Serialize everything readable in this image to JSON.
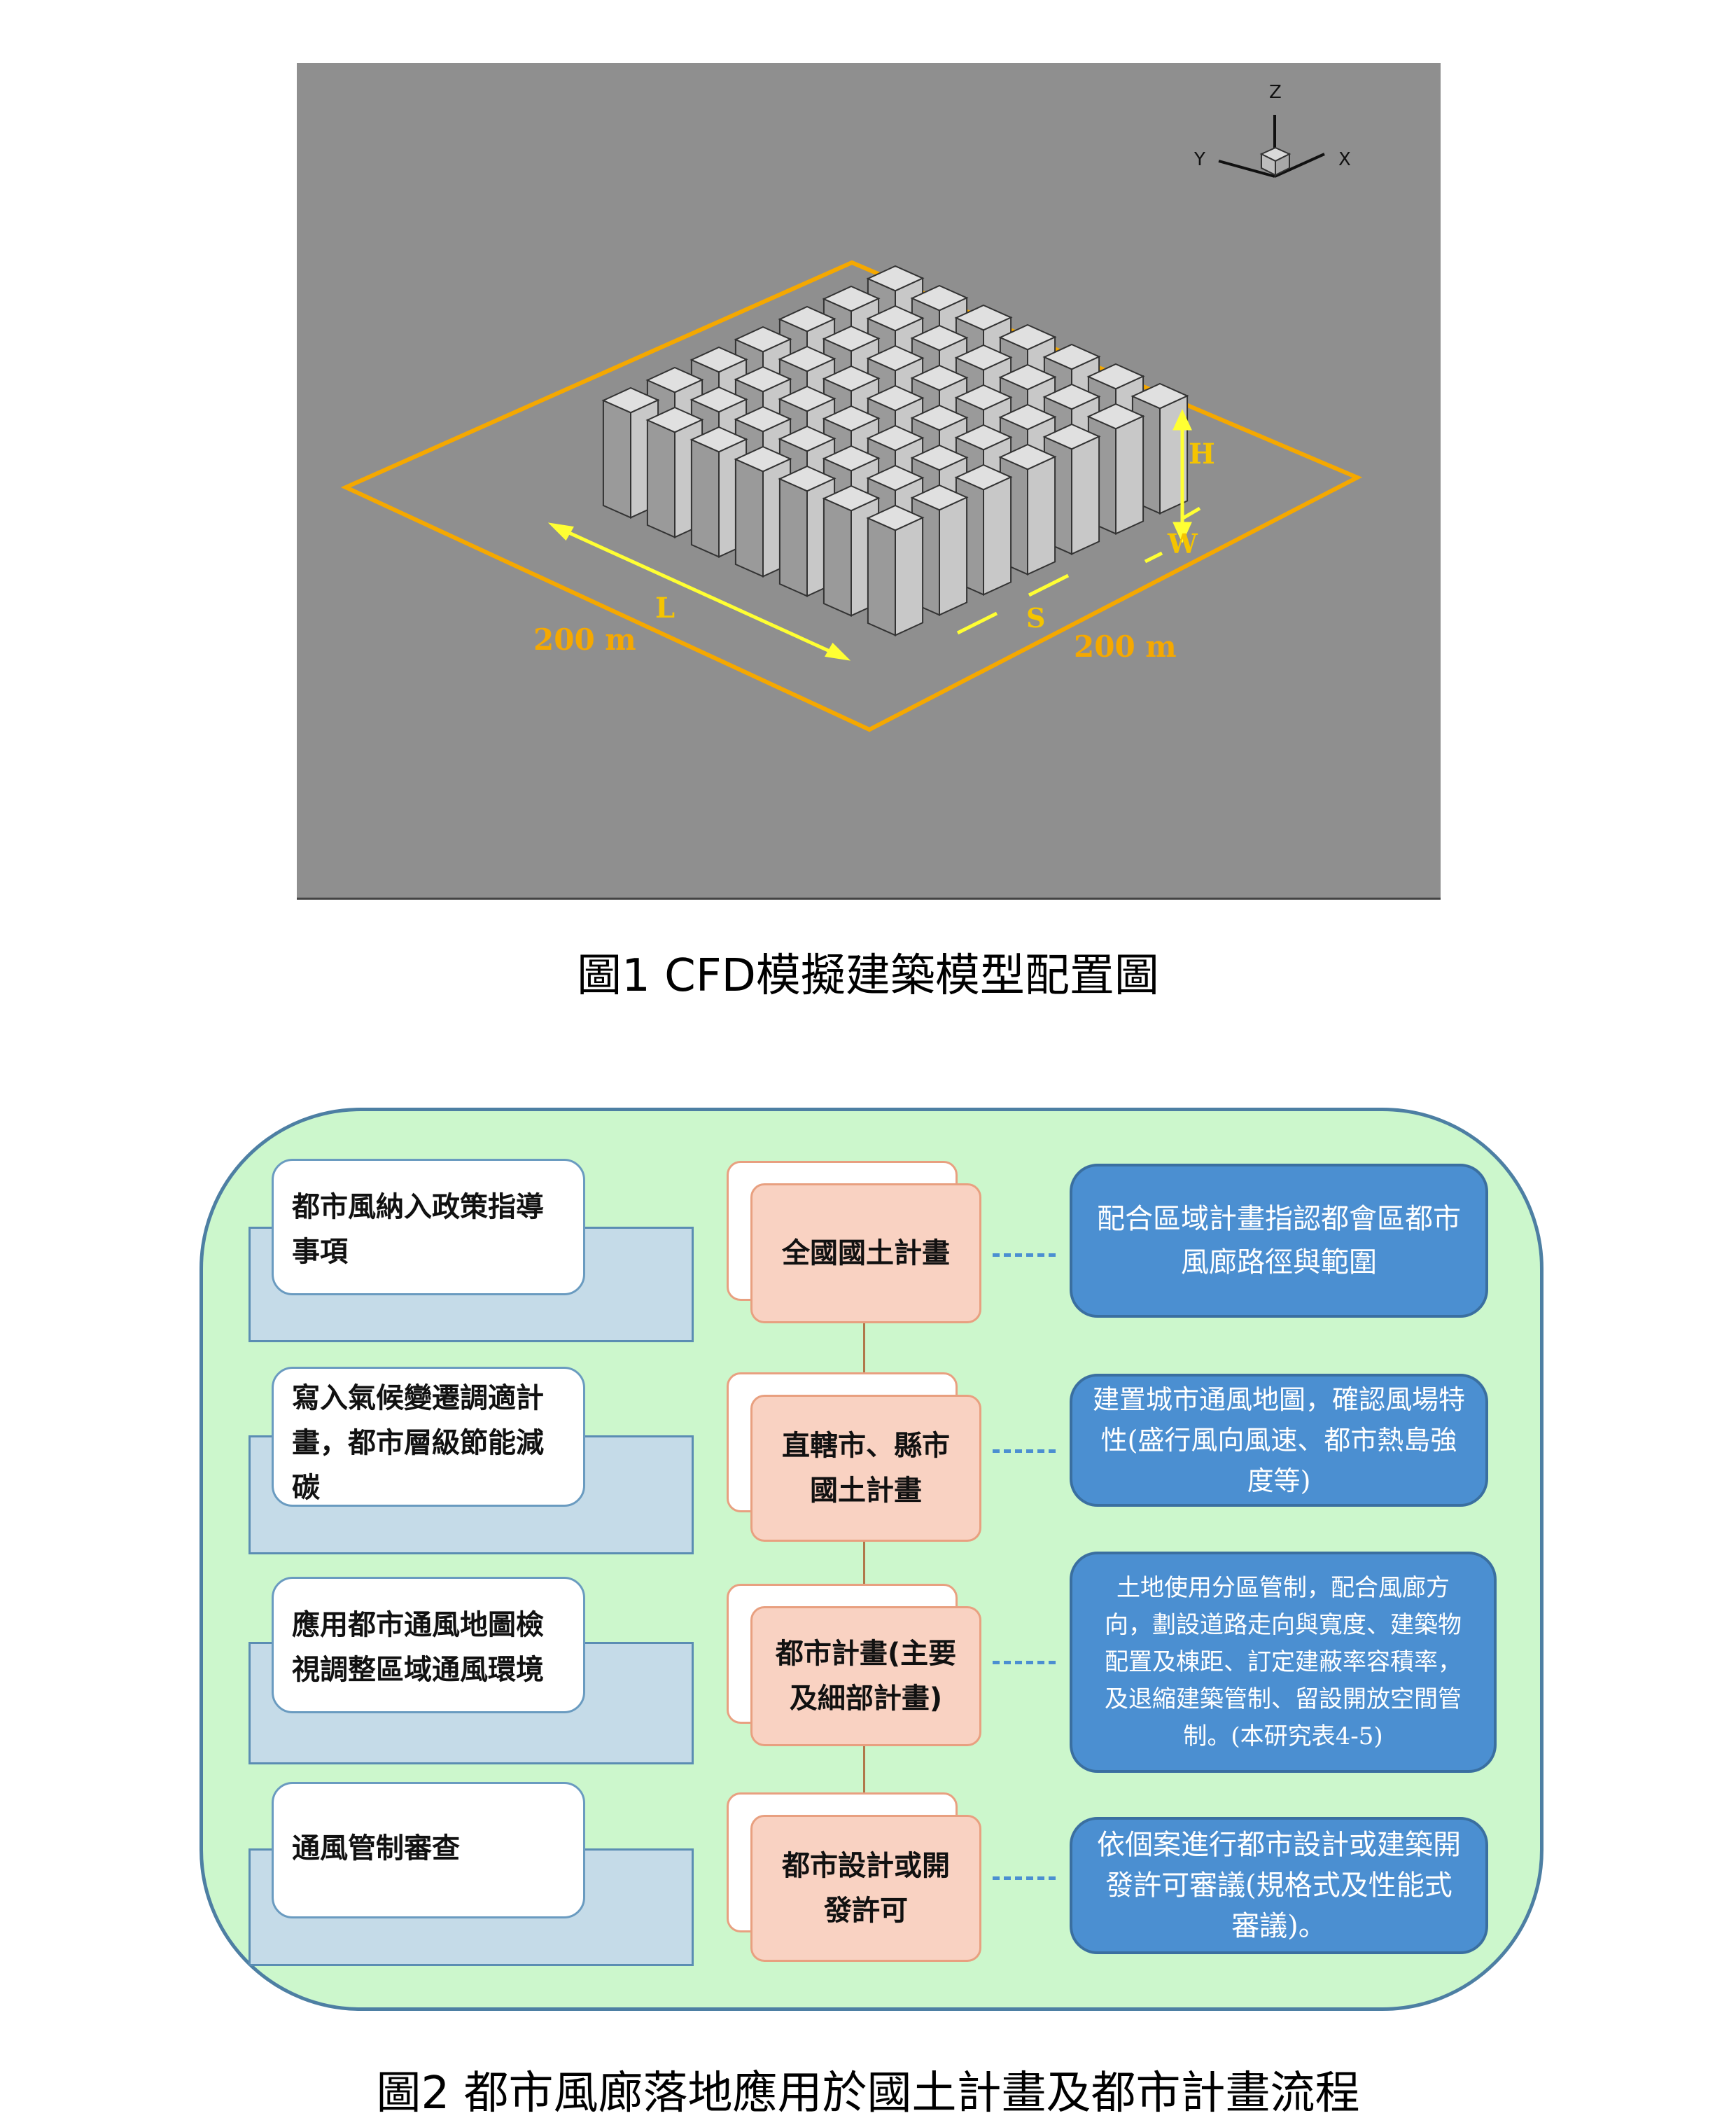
{
  "figure1": {
    "caption": "圖1  CFD模擬建築模型配置圖",
    "axes": {
      "z": "Z",
      "y": "Y",
      "x": "X"
    },
    "labels": {
      "h": "H",
      "w": "W",
      "l": "L",
      "s": "S",
      "left_dim": "200 m",
      "right_dim": "200 m"
    },
    "grid": {
      "rows": 7,
      "cols": 7
    },
    "colors": {
      "background": "#8f8f8f",
      "outline": "#f5a800",
      "dimension": "#ffff33"
    }
  },
  "figure2": {
    "caption": "圖2 都市風廊落地應用於國土計畫及都市計畫流程",
    "rows": [
      {
        "left": "都市風納入政策指導事項",
        "middle": "全國國土計畫",
        "right": "配合區域計畫指認都會區都市風廊路徑與範圍"
      },
      {
        "left": "寫入氣候變遷調適計畫，都市層級節能減碳",
        "middle": "直轄市、縣市國土計畫",
        "right": "建置城市通風地圖，確認風場特性(盛行風向風速、都市熱島強度等)"
      },
      {
        "left": "應用都市通風地圖檢視調整區域通風環境",
        "middle": "都市計畫(主要及細部計畫)",
        "right": "土地使用分區管制，配合風廊方向，劃設道路走向與寬度、建築物配置及棟距、訂定建蔽率容積率，及退縮建築管制、留設開放空間管制。(本研究表4-5)"
      },
      {
        "left": "通風管制審查",
        "middle": "都市設計或開發許可",
        "right": "依個案進行都市設計或建築開發許可審議(規格式及性能式審議)。"
      }
    ],
    "colors": {
      "panel": "#ccf7cc",
      "middle_box": "#f9d2c2",
      "right_box": "#4b8fd1"
    }
  }
}
